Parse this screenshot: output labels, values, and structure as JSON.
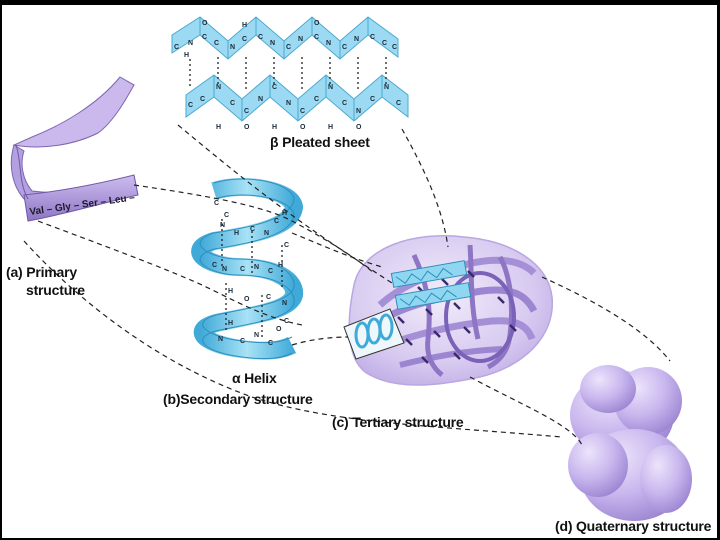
{
  "labels": {
    "primary_tag": "(a)",
    "primary_line1": "Primary",
    "primary_line2": "structure",
    "secondary_tag": "(b)",
    "secondary": "Secondary structure",
    "tertiary_tag": "(c)",
    "tertiary": "Tertiary structure",
    "quaternary_tag": "(d)",
    "quaternary": "Quaternary structure",
    "beta_symbol": "β",
    "beta": "Pleated sheet",
    "alpha_symbol": "α",
    "alpha": "Helix"
  },
  "sequence": {
    "val": "Val",
    "gly": "Gly",
    "ser": "Ser",
    "leu": "Leu"
  },
  "colors": {
    "ribbon": "#b9a6dd",
    "ribbon_dark": "#8d76bf",
    "helix_blue": "#69c3e6",
    "sheet_blue": "#8fd6f0",
    "protein_blob": "#d9cdf0",
    "quaternary": "#c9b8ef"
  }
}
